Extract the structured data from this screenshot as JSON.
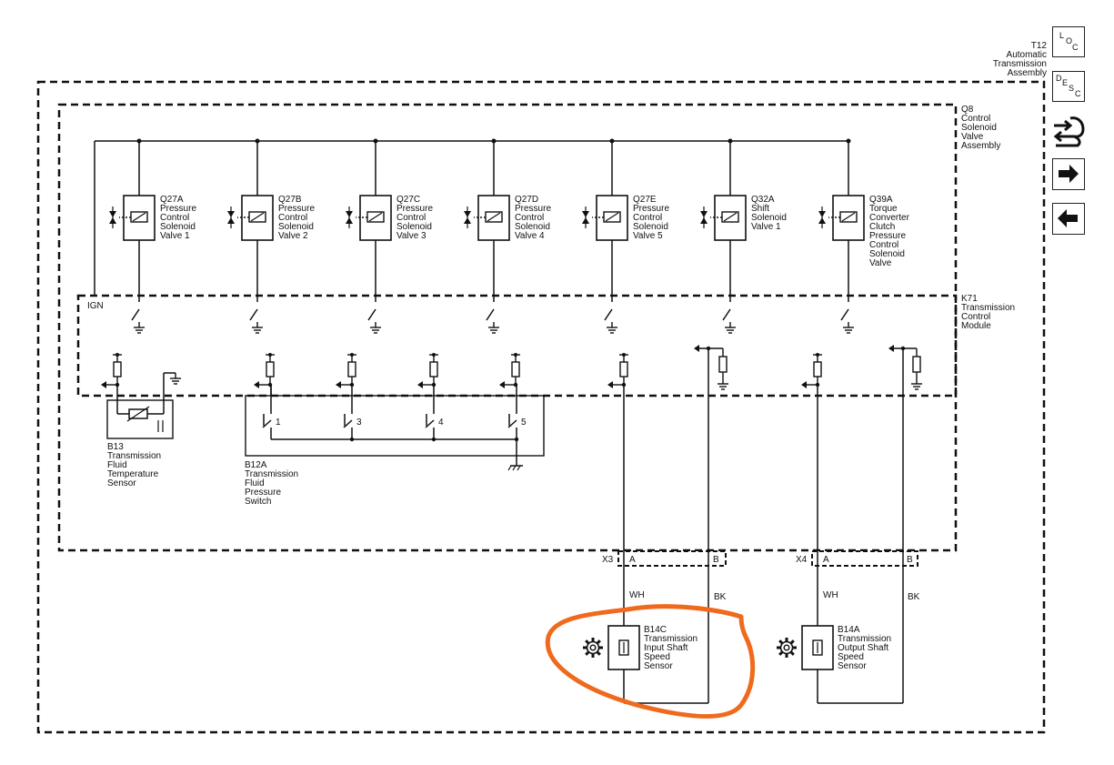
{
  "header": {
    "assembly_id": "T12",
    "assembly_line1": "Automatic",
    "assembly_line2": "Transmission",
    "assembly_line3": "Assembly"
  },
  "nav": {
    "loc_l": "L",
    "loc_o": "O",
    "loc_c": "C",
    "desc_d": "D",
    "desc_e": "E",
    "desc_s": "S",
    "desc_c": "C",
    "icons": [
      "wiring-harness-icon",
      "arrow-right-icon",
      "arrow-left-icon"
    ]
  },
  "q8": {
    "id": "Q8",
    "l1": "Control",
    "l2": "Solenoid",
    "l3": "Valve",
    "l4": "Assembly"
  },
  "k71": {
    "id": "K71",
    "l1": "Transmission",
    "l2": "Control",
    "l3": "Module",
    "ign": "IGN"
  },
  "solenoids": [
    {
      "id": "Q27A",
      "lines": [
        "Pressure",
        "Control",
        "Solenoid",
        "Valve 1"
      ]
    },
    {
      "id": "Q27B",
      "lines": [
        "Pressure",
        "Control",
        "Solenoid",
        "Valve 2"
      ]
    },
    {
      "id": "Q27C",
      "lines": [
        "Pressure",
        "Control",
        "Solenoid",
        "Valve 3"
      ]
    },
    {
      "id": "Q27D",
      "lines": [
        "Pressure",
        "Control",
        "Solenoid",
        "Valve 4"
      ]
    },
    {
      "id": "Q27E",
      "lines": [
        "Pressure",
        "Control",
        "Solenoid",
        "Valve 5"
      ]
    },
    {
      "id": "Q32A",
      "lines": [
        "Shift",
        "Solenoid",
        "Valve 1"
      ]
    },
    {
      "id": "Q39A",
      "lines": [
        "Torque",
        "Converter",
        "Clutch",
        "Pressure",
        "Control",
        "Solenoid",
        "Valve"
      ]
    }
  ],
  "b13": {
    "id": "B13",
    "lines": [
      "Transmission",
      "Fluid",
      "Temperature",
      "Sensor"
    ]
  },
  "b12a": {
    "id": "B12A",
    "lines": [
      "Transmission",
      "Fluid",
      "Pressure",
      "Switch"
    ],
    "switches": [
      "1",
      "3",
      "4",
      "5"
    ]
  },
  "connectors": {
    "x3": {
      "id": "X3",
      "a": "A",
      "b": "B"
    },
    "x4": {
      "id": "X4",
      "a": "A",
      "b": "B"
    }
  },
  "wires": {
    "x3_a": "WH",
    "x3_b": "BK",
    "x4_a": "WH",
    "x4_b": "BK"
  },
  "b14c": {
    "id": "B14C",
    "lines": [
      "Transmission",
      "Input Shaft",
      "Speed",
      "Sensor"
    ]
  },
  "b14a": {
    "id": "B14A",
    "lines": [
      "Transmission",
      "Output Shaft",
      "Speed",
      "Sensor"
    ]
  },
  "highlight_color": "#f06a1e"
}
